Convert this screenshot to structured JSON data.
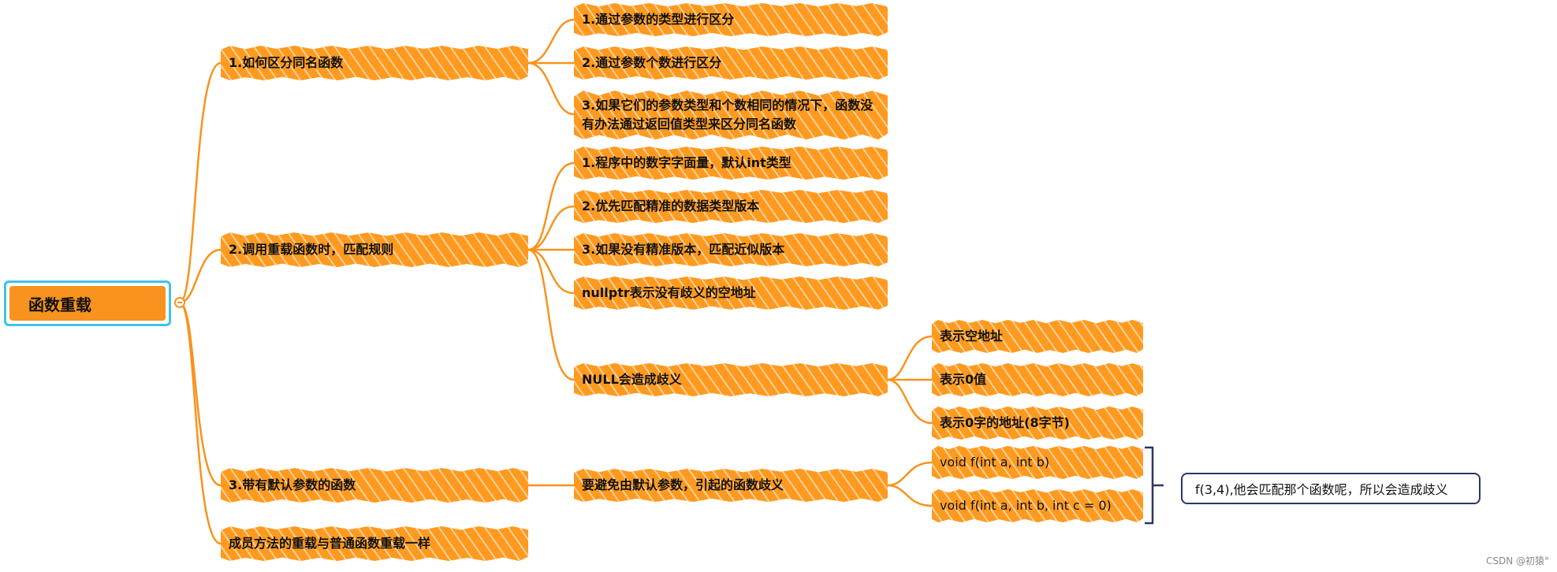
{
  "root": {
    "label": "函数重载"
  },
  "branches": [
    {
      "label": "1.如何区分同名函数",
      "children": [
        "1.通过参数的类型进行区分",
        "2.通过参数个数进行区分",
        "3.如果它们的参数类型和个数相同的情况下，函数没有办法通过返回值类型来区分同名函数"
      ]
    },
    {
      "label": "2.调用重载函数时，匹配规则",
      "children": [
        "1.程序中的数字字面量，默认int类型",
        "2.优先匹配精准的数据类型版本",
        "3.如果没有精准版本，匹配近似版本",
        "nullptr表示没有歧义的空地址",
        "NULL会造成歧义"
      ],
      "null_children": [
        "表示空地址",
        "表示0值",
        "表示0字的地址(8字节)"
      ]
    },
    {
      "label": "3.带有默认参数的函数",
      "children": [
        "要避免由默认参数，引起的函数歧义"
      ],
      "sub_children": [
        "void f(int a, int b)",
        "void f(int a, int b, int c = 0)"
      ]
    },
    {
      "label": "成员方法的重载与普通函数重载一样"
    }
  ],
  "note": "f(3,4),他会匹配那个函数呢，所以会造成歧义",
  "watermark": "CSDN @初猿°",
  "colors": {
    "node": "#f7931e",
    "line": "#f7931e",
    "root_border": "#3cc4e8",
    "bracket": "#2a3666"
  }
}
